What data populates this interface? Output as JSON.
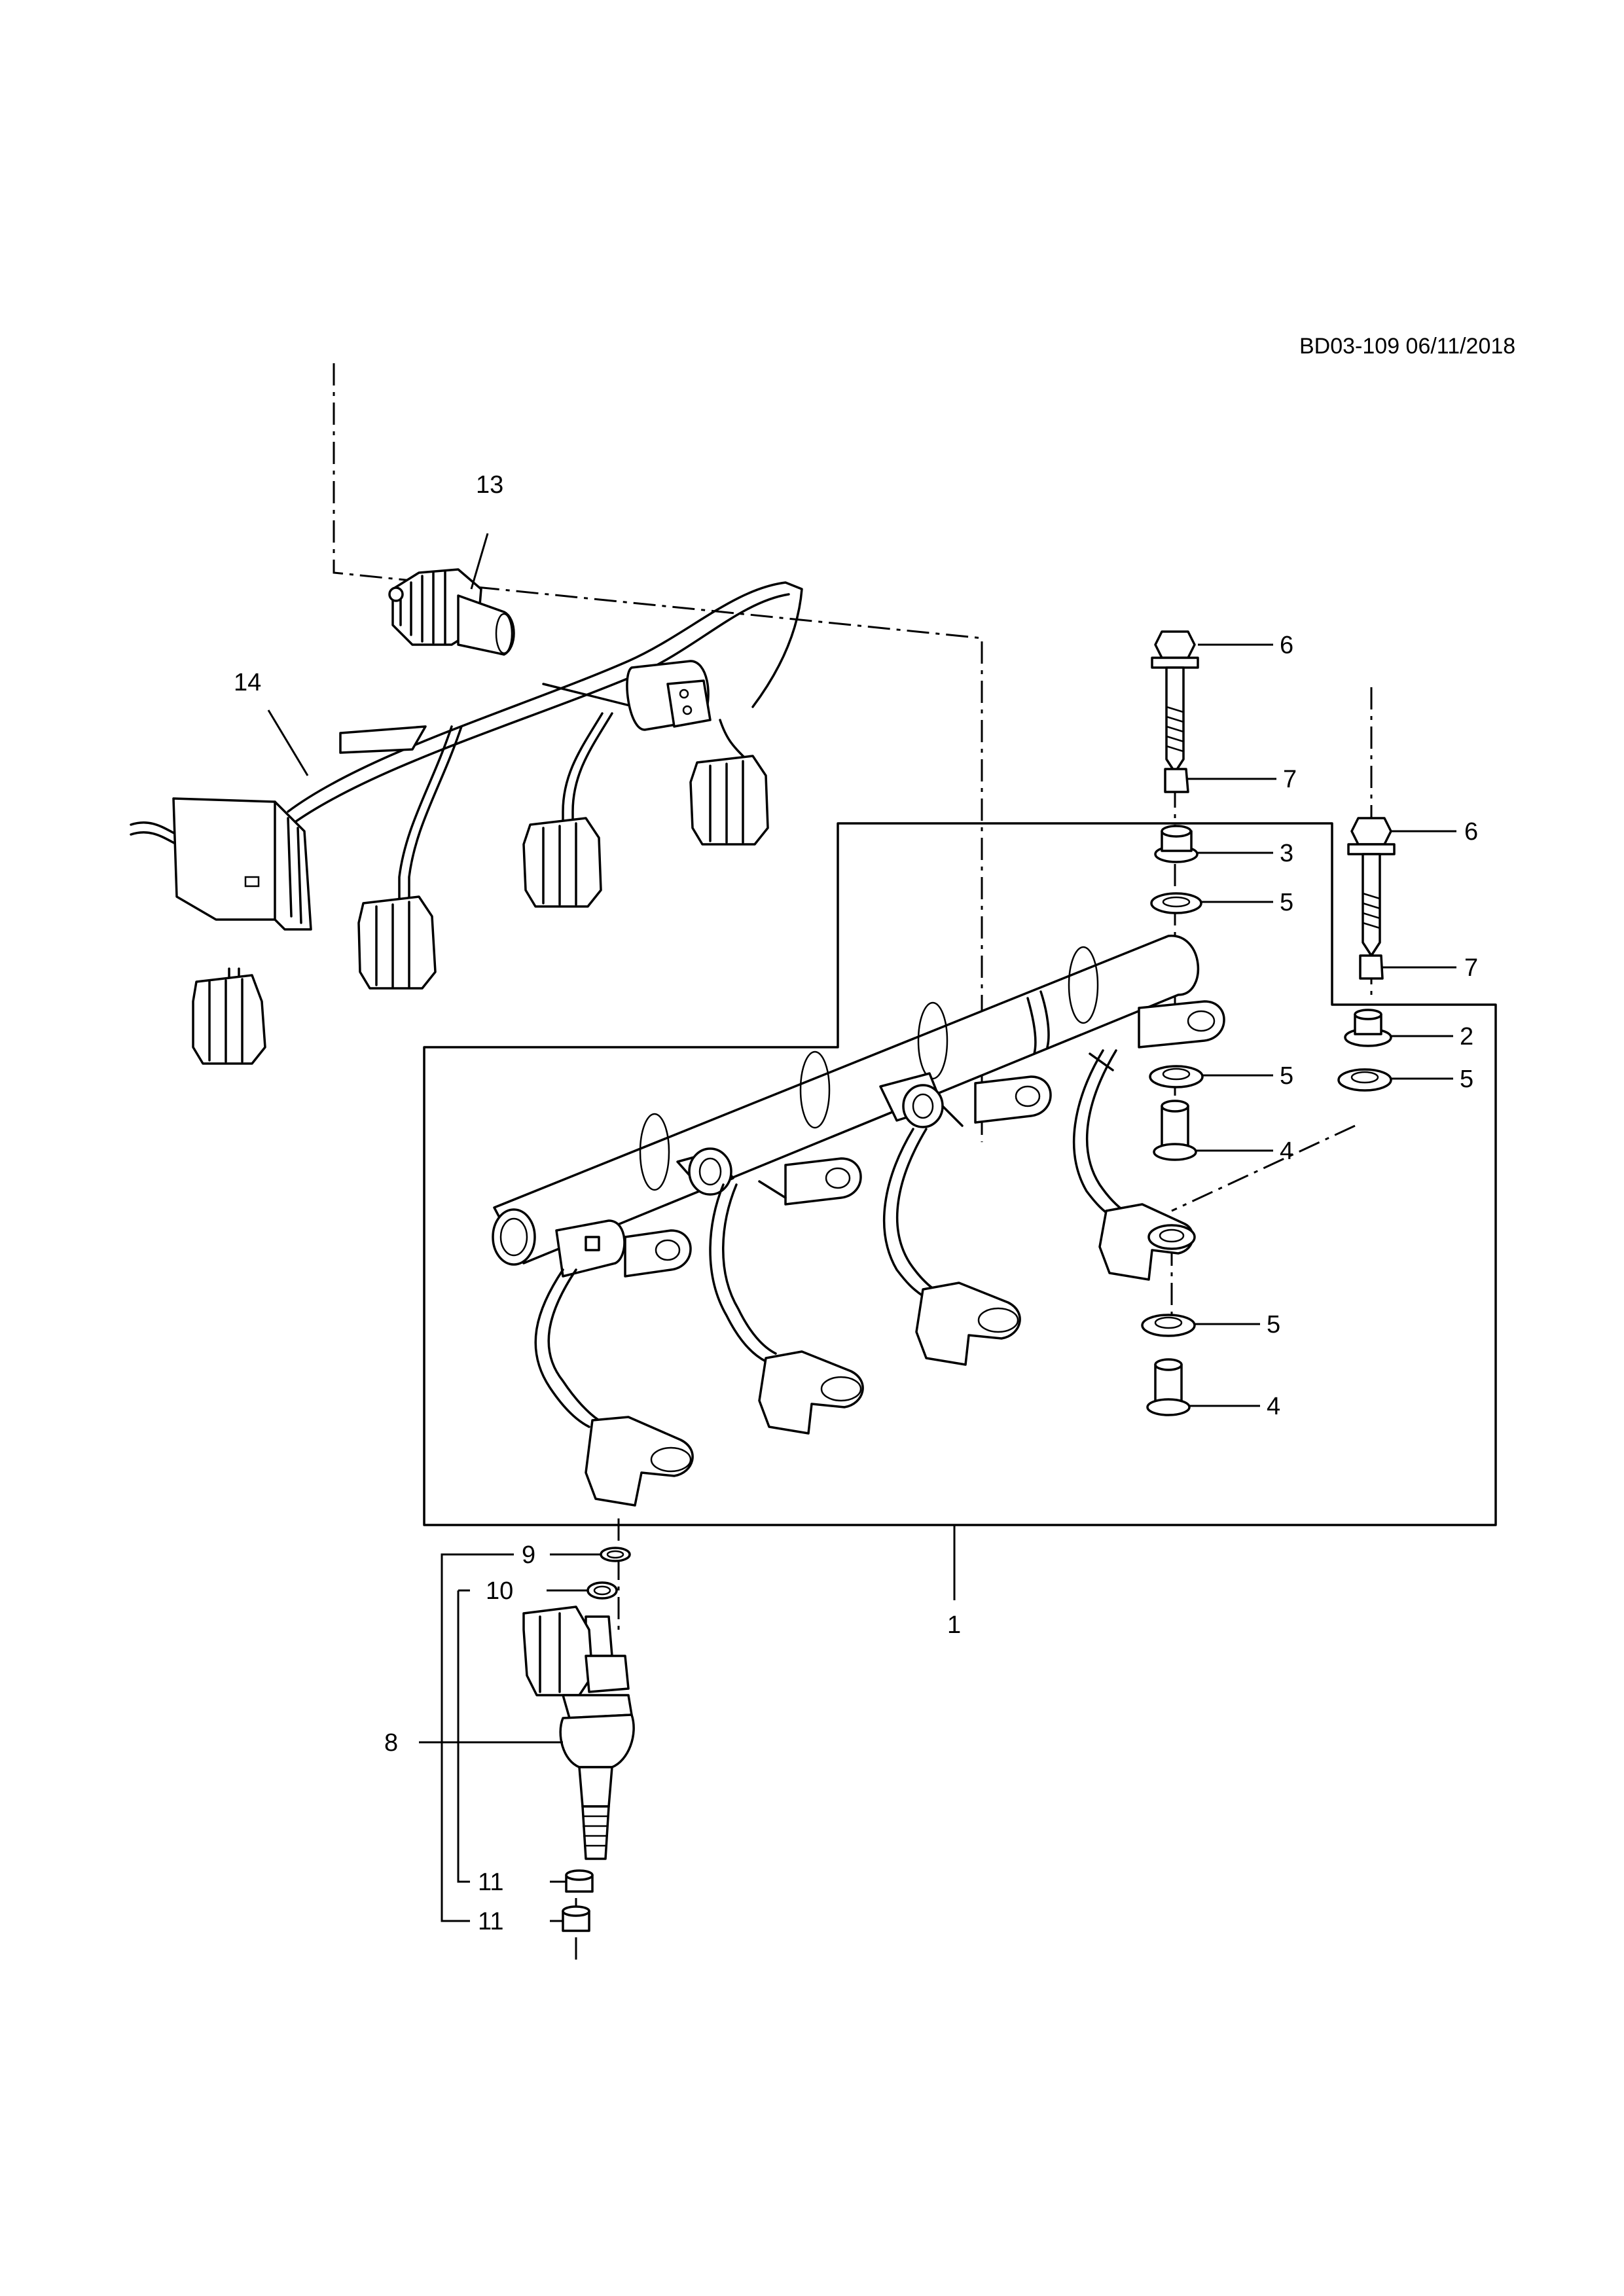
{
  "reference": "BD03-109 06/11/2018",
  "callouts": {
    "c1": "1",
    "c2": "2",
    "c3": "3",
    "c4a": "4",
    "c4b": "4",
    "c5a": "5",
    "c5b": "5",
    "c5c": "5",
    "c5d": "5",
    "c6a": "6",
    "c6b": "6",
    "c7a": "7",
    "c7b": "7",
    "c8": "8",
    "c9": "9",
    "c10": "10",
    "c11a": "11",
    "c11b": "11",
    "c13": "13",
    "c14": "14"
  }
}
